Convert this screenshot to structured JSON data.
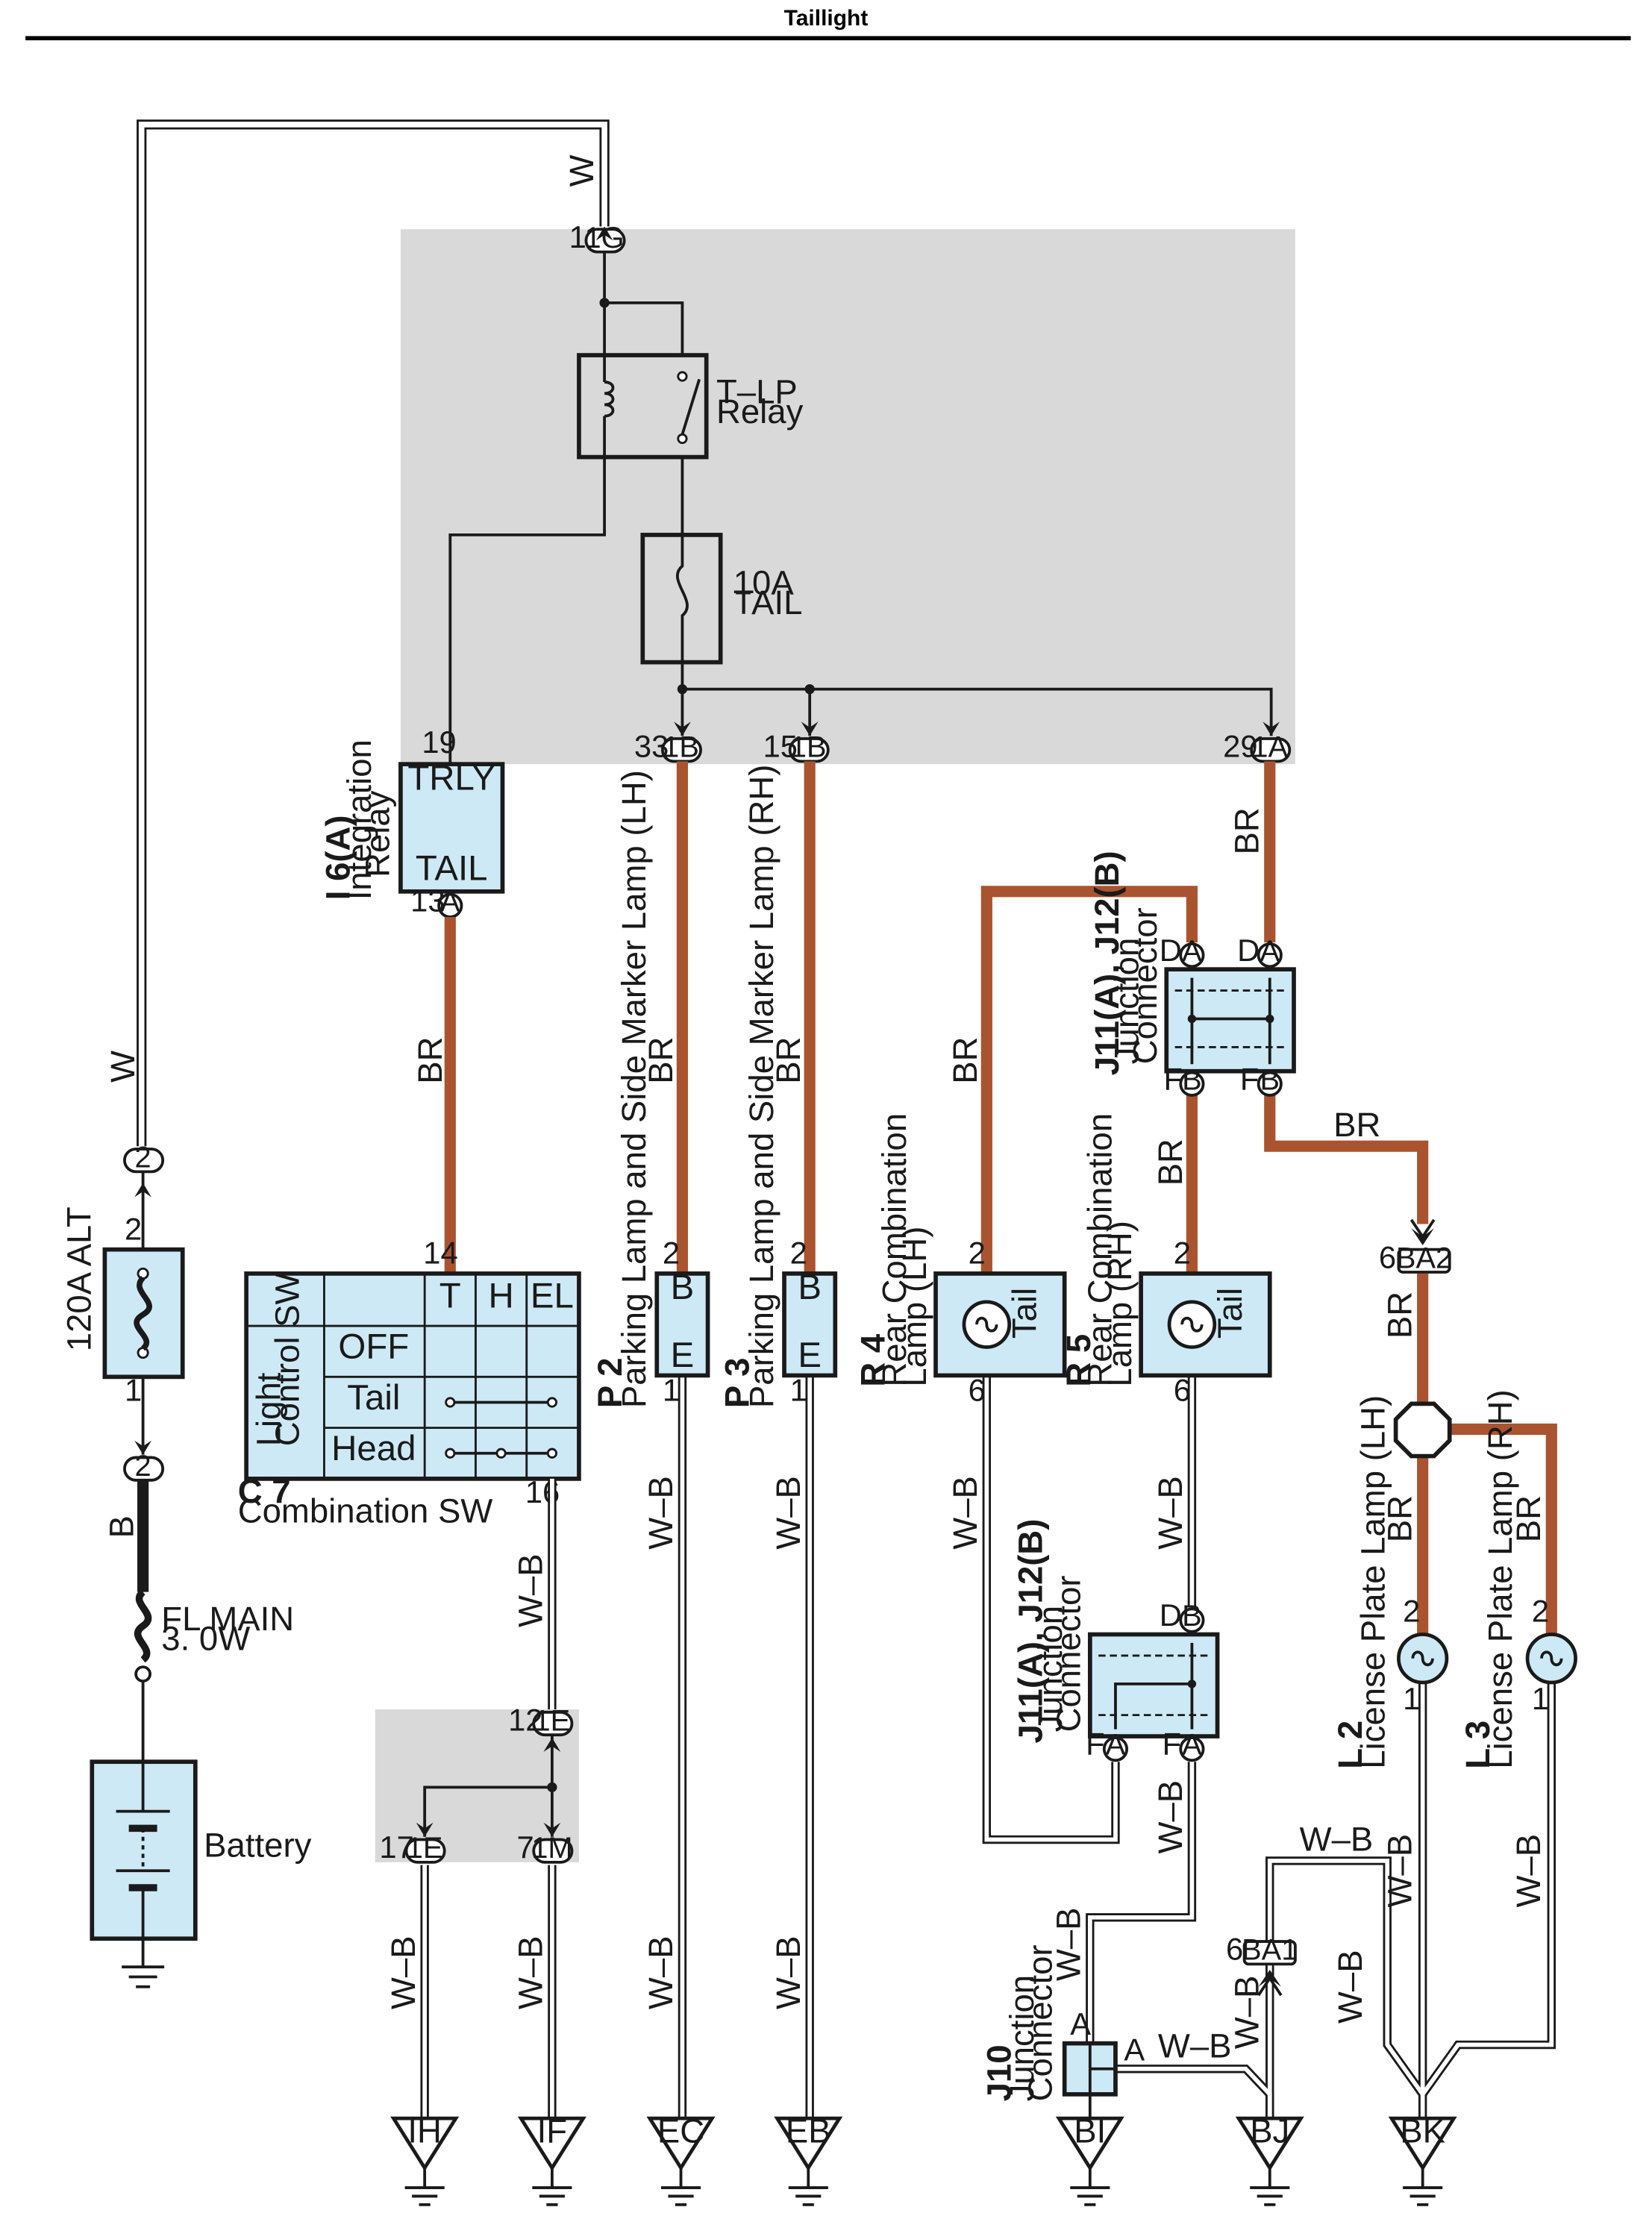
{
  "title": "Taillight",
  "wire_colors": {
    "W": "W",
    "BR": "BR",
    "B": "B",
    "WB": "W–B"
  },
  "colors": {
    "br_wire": "#a9542f",
    "component_fill": "#cde9f6",
    "shaded_area": "#d9d9d9",
    "line": "#1a1a1a"
  },
  "components": {
    "tlp_relay": {
      "name_line1": "T–LP",
      "name_line2": "Relay"
    },
    "tail_fuse": {
      "name_line1": "10A",
      "name_line2": "TAIL"
    },
    "integration_relay": {
      "code": "I 6(A)",
      "name_line1": "Integration",
      "name_line2": "Relay",
      "term_top": "TRLY",
      "term_bottom": "TAIL"
    },
    "alt_fuse": {
      "name": "120A ALT"
    },
    "fl_main": {
      "name_line1": "FL MAIN",
      "name_line2": "3. 0W"
    },
    "battery": {
      "name": "Battery"
    },
    "combination_sw": {
      "code": "C 7",
      "name": "Combination SW",
      "side_label_line1": "Light",
      "side_label_line2": "Control SW",
      "columns": [
        "T",
        "H",
        "EL"
      ],
      "rows": [
        "OFF",
        "Tail",
        "Head"
      ]
    },
    "p2": {
      "code": "P 2",
      "name": "Parking Lamp and Side Marker Lamp (LH)",
      "term_top": "B",
      "term_bottom": "E"
    },
    "p3": {
      "code": "P 3",
      "name": "Parking Lamp and Side Marker Lamp (RH)",
      "term_top": "B",
      "term_bottom": "E"
    },
    "r4": {
      "code": "R 4",
      "name_line1": "Rear Combination",
      "name_line2": "Lamp (LH)",
      "bulb": "Tail"
    },
    "r5": {
      "code": "R 5",
      "name_line1": "Rear Combination",
      "name_line2": "Lamp (RH)",
      "bulb": "Tail"
    },
    "jc_upper": {
      "code": "J11(A), J12(B)",
      "name_line1": "Junction",
      "name_line2": "Connector"
    },
    "jc_lower": {
      "code": "J11(A), J12(B)",
      "name_line1": "Junction",
      "name_line2": "Connector"
    },
    "j10": {
      "code": "J10",
      "name_line1": "Junction",
      "name_line2": "Connector"
    },
    "l2": {
      "code": "L 2",
      "name": "License Plate Lamp (LH)"
    },
    "l3": {
      "code": "L 3",
      "name": "License Plate Lamp (RH)"
    }
  },
  "connectors": {
    "c_1g": "1G",
    "c_1b_a": "1B",
    "c_1b_b": "1B",
    "c_1a": "1A",
    "c_1e_top": "1E",
    "c_1e_bot": "1E",
    "c_1m": "1M",
    "c_2_top": "2",
    "c_2_bot": "2",
    "c_ba2": "BA2",
    "c_ba1": "BA1",
    "c_a": "A",
    "c_b": "B"
  },
  "pins": {
    "p1": "1",
    "p2": "2",
    "p6": "6",
    "p7": "7",
    "p12": "12",
    "p13": "13",
    "p14": "14",
    "p15": "15",
    "p16": "16",
    "p17": "17",
    "p19": "19",
    "p29": "29",
    "p33": "33",
    "pD": "D",
    "pF": "F",
    "pA": "A"
  },
  "grounds": [
    "IH",
    "IF",
    "EC",
    "EB",
    "BI",
    "BJ",
    "BK"
  ]
}
